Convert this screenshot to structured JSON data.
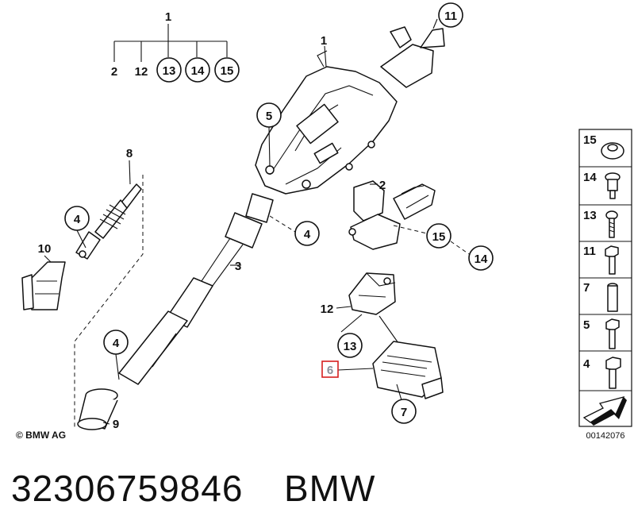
{
  "diagram": {
    "callouts": {
      "1a": "1",
      "1b": "1",
      "2a": "2",
      "2b": "2",
      "3": "3",
      "4a": "4",
      "4b": "4",
      "4c": "4",
      "5": "5",
      "6": "6",
      "7": "7",
      "8": "8",
      "9": "9",
      "10": "10",
      "11": "11",
      "12a": "12",
      "12b": "12",
      "13a": "13",
      "13b": "13",
      "14a": "14",
      "14b": "14",
      "15a": "15",
      "15b": "15"
    },
    "copyright": "© BMW AG",
    "highlight_color": "#d62020"
  },
  "legend": {
    "items": [
      "15",
      "14",
      "13",
      "11",
      "7",
      "5",
      "4"
    ],
    "drawing_code": "00142076"
  },
  "footer": {
    "part_number": "32306759846",
    "brand": "BMW"
  }
}
